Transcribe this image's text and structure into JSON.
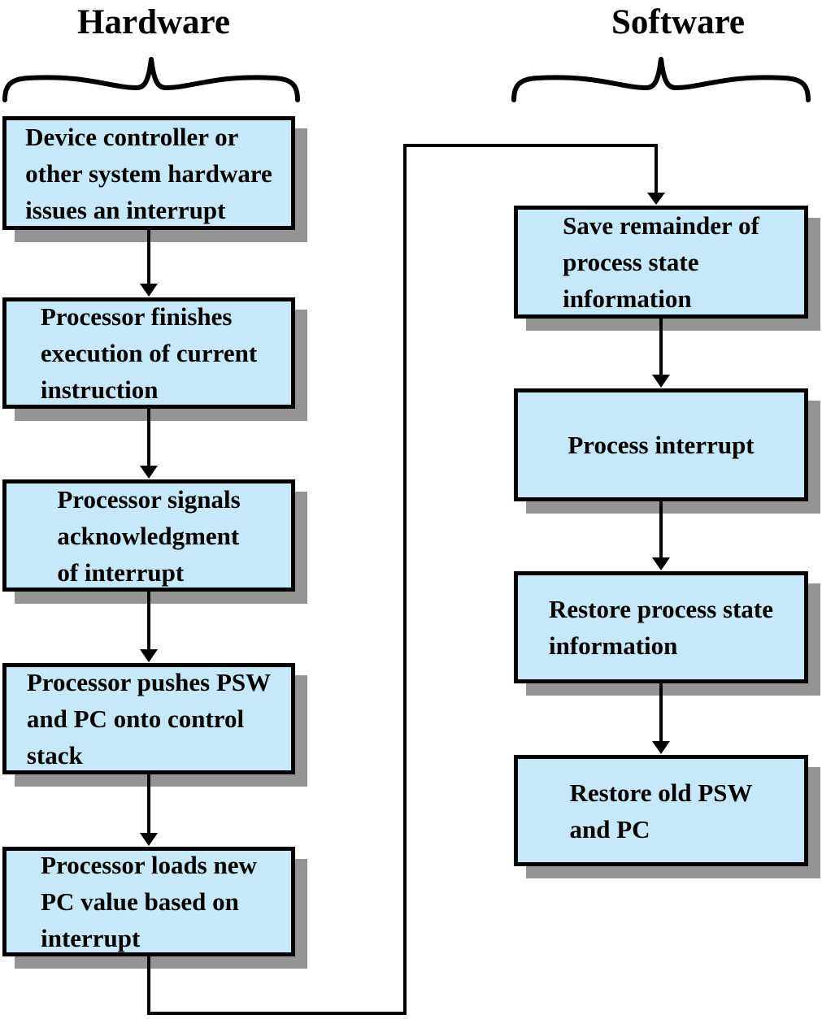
{
  "diagram": {
    "columns": [
      {
        "label": "Hardware",
        "steps": [
          "Device controller or\nother system hardware\nissues an interrupt",
          "Processor finishes\nexecution of current\ninstruction",
          "Processor signals\nacknowledgment\nof interrupt",
          "Processor pushes PSW\nand PC onto control\nstack",
          "Processor loads new\nPC value based on\ninterrupt"
        ]
      },
      {
        "label": "Software",
        "steps": [
          "Save remainder of\nprocess state\ninformation",
          "Process interrupt",
          "Restore process state\ninformation",
          "Restore old PSW\nand PC"
        ]
      }
    ],
    "edges": [
      "hardware-step-1 -> hardware-step-2",
      "hardware-step-2 -> hardware-step-3",
      "hardware-step-3 -> hardware-step-4",
      "hardware-step-4 -> hardware-step-5",
      "hardware-step-5 -> software-step-1",
      "software-step-1 -> software-step-2",
      "software-step-2 -> software-step-3",
      "software-step-3 -> software-step-4"
    ],
    "colors": {
      "box_fill": "#C7E8F8",
      "box_border": "#000000",
      "shadow": "#949494",
      "line": "#000000"
    }
  }
}
